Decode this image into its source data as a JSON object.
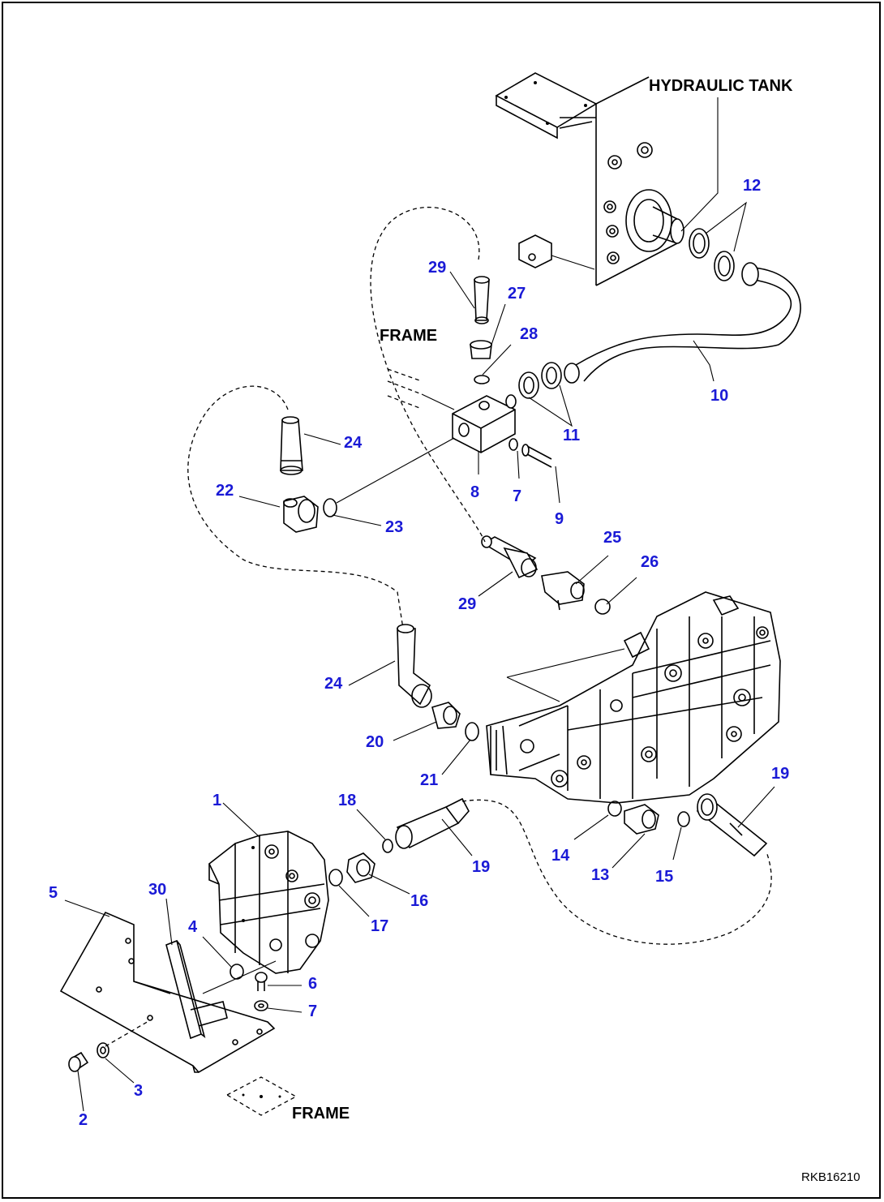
{
  "labels": {
    "hydraulic_tank": "HYDRAULIC TANK",
    "frame_upper": "FRAME",
    "frame_lower": "FRAME",
    "drawing_code": "RKB16210"
  },
  "callouts": [
    {
      "id": "c1",
      "text": "1"
    },
    {
      "id": "c2",
      "text": "2"
    },
    {
      "id": "c3",
      "text": "3"
    },
    {
      "id": "c4",
      "text": "4"
    },
    {
      "id": "c5",
      "text": "5"
    },
    {
      "id": "c6",
      "text": "6"
    },
    {
      "id": "c7a",
      "text": "7"
    },
    {
      "id": "c7b",
      "text": "7"
    },
    {
      "id": "c8",
      "text": "8"
    },
    {
      "id": "c9",
      "text": "9"
    },
    {
      "id": "c10",
      "text": "10"
    },
    {
      "id": "c11",
      "text": "11"
    },
    {
      "id": "c12",
      "text": "12"
    },
    {
      "id": "c13",
      "text": "13"
    },
    {
      "id": "c14",
      "text": "14"
    },
    {
      "id": "c15",
      "text": "15"
    },
    {
      "id": "c16",
      "text": "16"
    },
    {
      "id": "c17",
      "text": "17"
    },
    {
      "id": "c18",
      "text": "18"
    },
    {
      "id": "c19a",
      "text": "19"
    },
    {
      "id": "c19b",
      "text": "19"
    },
    {
      "id": "c20",
      "text": "20"
    },
    {
      "id": "c21",
      "text": "21"
    },
    {
      "id": "c22",
      "text": "22"
    },
    {
      "id": "c23",
      "text": "23"
    },
    {
      "id": "c24a",
      "text": "24"
    },
    {
      "id": "c24b",
      "text": "24"
    },
    {
      "id": "c25",
      "text": "25"
    },
    {
      "id": "c26",
      "text": "26"
    },
    {
      "id": "c27",
      "text": "27"
    },
    {
      "id": "c28",
      "text": "28"
    },
    {
      "id": "c29a",
      "text": "29"
    },
    {
      "id": "c29b",
      "text": "29"
    },
    {
      "id": "c30",
      "text": "30"
    }
  ],
  "colors": {
    "callout": "#1a1ad6",
    "line": "#000000",
    "background": "#ffffff"
  }
}
